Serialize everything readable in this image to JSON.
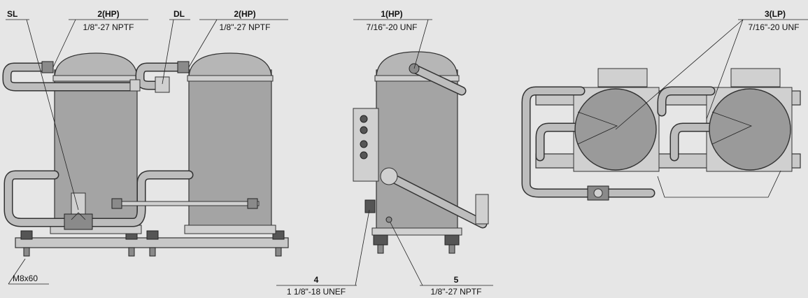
{
  "labels": {
    "sl": "SL",
    "hp2_a_title": "2(HP)",
    "hp2_a_spec": "1/8\"-27 NPTF",
    "dl": "DL",
    "hp2_b_title": "2(HP)",
    "hp2_b_spec": "1/8\"-27 NPTF",
    "hp1_title": "1(HP)",
    "hp1_spec": "7/16\"-20 UNF",
    "lp3_title": "3(LP)",
    "lp3_spec": "7/16\"-20 UNF",
    "m8": "M8x60",
    "p4_title": "4",
    "p4_spec": "1 1/8\"-18 UNEF",
    "p5_title": "5",
    "p5_spec": "1/8\"-27 NPTF"
  },
  "colors": {
    "background": "#e6e6e6",
    "shell": "#a4a4a4",
    "outline": "#333333"
  }
}
